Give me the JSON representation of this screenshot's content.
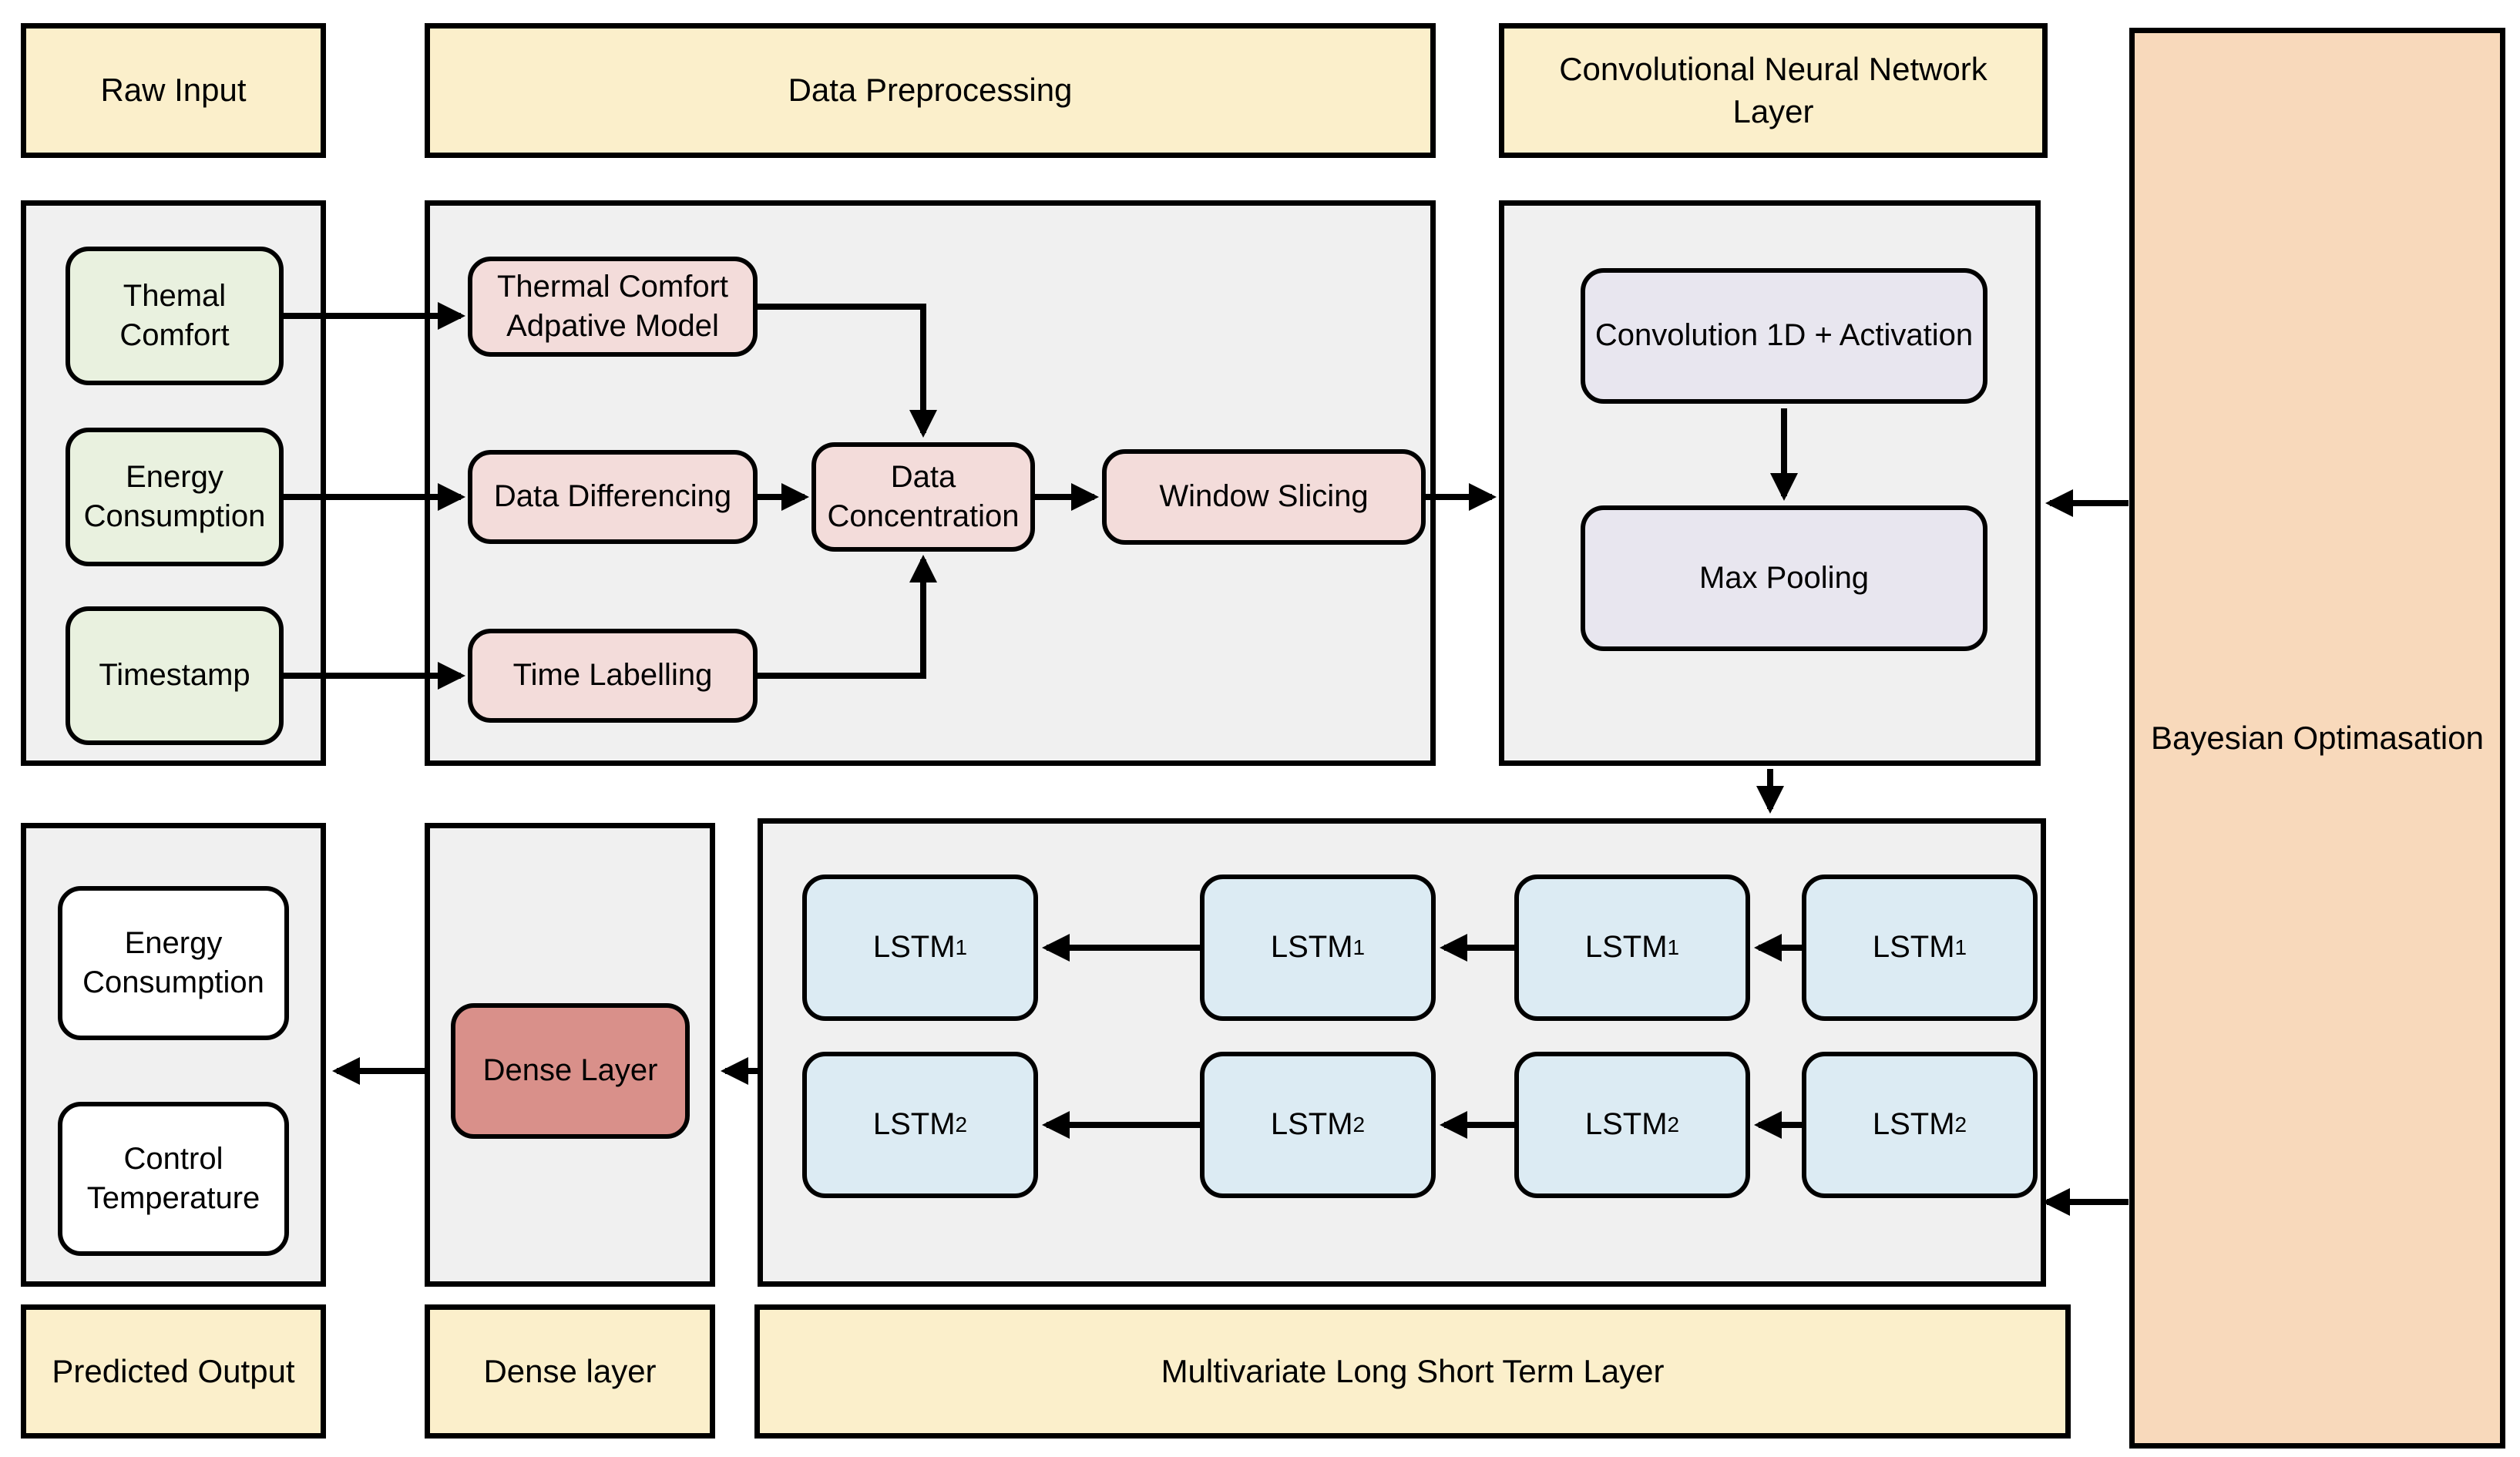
{
  "headers": {
    "raw_input": "Raw Input",
    "data_preprocessing": "Data Preprocessing",
    "cnn_layer": "Convolutional Neural Network Layer",
    "bayesian": "Bayesian Optimasation",
    "predicted_output": "Predicted Output",
    "dense_layer": "Dense layer",
    "multivariate_lstm": "Multivariate Long Short Term Layer"
  },
  "raw_input_panel": {
    "thermal_comfort": "Themal Comfort",
    "energy_consumption": "Energy Consumption",
    "timestamp": "Timestamp"
  },
  "preprocessing_panel": {
    "adaptive_model": "Thermal Comfort Adpative Model",
    "data_differencing": "Data Differencing",
    "data_concentration": "Data Concentration",
    "window_slicing": "Window Slicing",
    "time_labelling": "Time Labelling"
  },
  "cnn_panel": {
    "convolution": "Convolution 1D + Activation",
    "max_pooling": "Max Pooling"
  },
  "lstm_panel": {
    "row1": {
      "base": "LSTM",
      "sub": "1"
    },
    "row2": {
      "base": "LSTM",
      "sub": "2"
    }
  },
  "dense_panel": {
    "dense_node": "Dense Layer"
  },
  "output_panel": {
    "energy_consumption": "Energy Consumption",
    "control_temperature": "Control Temperature"
  },
  "colors": {
    "cream": "#FBEFCB",
    "peach": "#F8D9BB",
    "panel": "#F0F0F0",
    "green": "#E9F1DF",
    "pink": "#F3DCDA",
    "lavender": "#E8E6EF",
    "blue": "#DCEBF3",
    "red": "#D9908A",
    "white": "#FFFFFF",
    "ink": "#000000"
  }
}
